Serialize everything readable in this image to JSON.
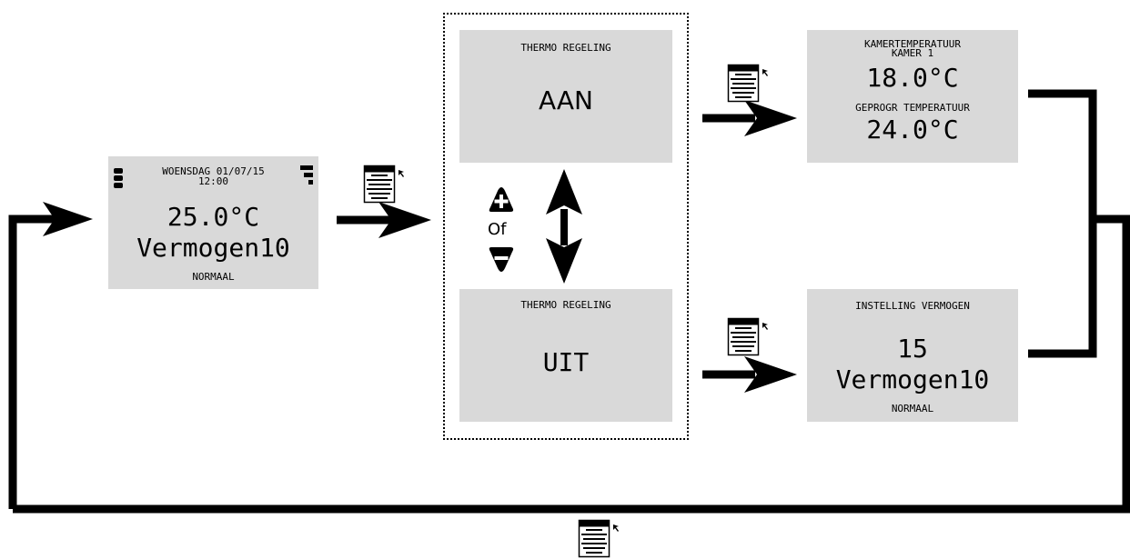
{
  "home_screen": {
    "date_line": "WOENSDAG 01/07/15",
    "time_line": "12:00",
    "temperature": "25.0°C",
    "power_mode": "Vermogen10",
    "status": "NORMAAL"
  },
  "thermo_on": {
    "title": "THERMO REGELING",
    "value": "AAN"
  },
  "thermo_off": {
    "title": "THERMO REGELING",
    "value": "UIT"
  },
  "toggle_hint": {
    "or_label": "Of"
  },
  "room_temp_screen": {
    "title_line1": "KAMERTEMPERATUUR",
    "title_line2": "KAMER 1",
    "room_temp": "18.0°C",
    "prog_label": "GEPROGR TEMPERATUUR",
    "prog_temp": "24.0°C"
  },
  "power_screen": {
    "title": "INSTELLING VERMOGEN",
    "value": "15",
    "power_mode": "Vermogen10",
    "status": "NORMAAL"
  },
  "colors": {
    "screen_bg": "#d9d9d9",
    "line": "#000000"
  },
  "icons": {
    "menu": "menu-button-icon",
    "plus": "plus-button-icon",
    "minus": "minus-button-icon"
  }
}
